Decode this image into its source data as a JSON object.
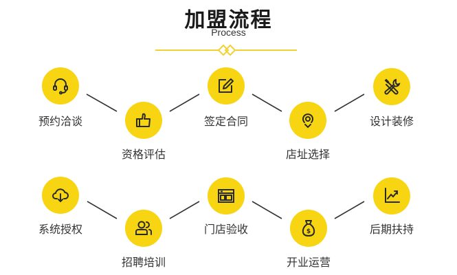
{
  "header": {
    "title": "加盟流程",
    "subtitle": "Process"
  },
  "colors": {
    "accent": "#f7d512",
    "divider": "#f2d230",
    "connector": "#333333",
    "icon_stroke": "#2a2a2a"
  },
  "steps": [
    {
      "label": "预约洽谈",
      "icon": "headset-icon"
    },
    {
      "label": "资格评估",
      "icon": "thumbs-up-icon"
    },
    {
      "label": "签定合同",
      "icon": "edit-contract-icon"
    },
    {
      "label": "店址选择",
      "icon": "location-pin-icon"
    },
    {
      "label": "设计装修",
      "icon": "tools-icon"
    },
    {
      "label": "系统授权",
      "icon": "cloud-download-icon"
    },
    {
      "label": "招聘培训",
      "icon": "users-icon"
    },
    {
      "label": "门店验收",
      "icon": "storefront-window-icon"
    },
    {
      "label": "开业运营",
      "icon": "money-bag-icon"
    },
    {
      "label": "后期扶持",
      "icon": "growth-chart-icon"
    }
  ]
}
